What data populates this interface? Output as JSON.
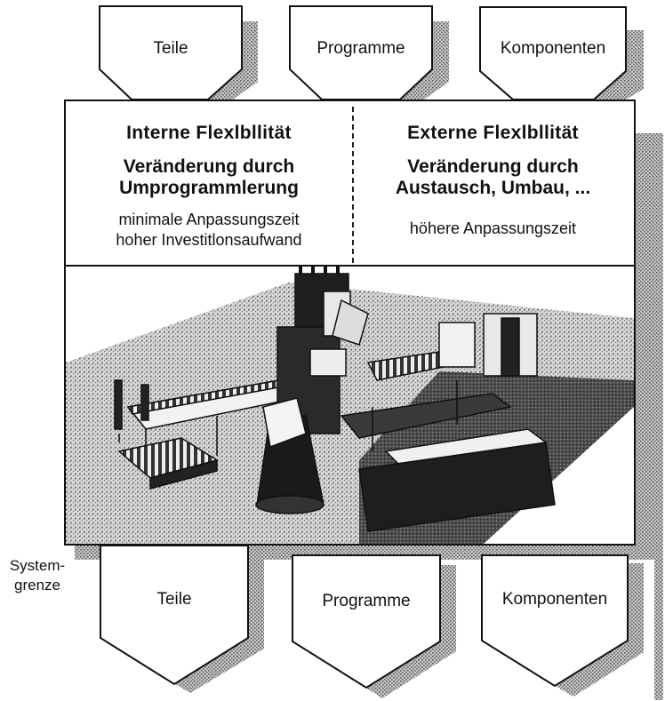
{
  "top_boxes": [
    {
      "label": "Teile"
    },
    {
      "label": "Programme"
    },
    {
      "label": "Komponenten"
    }
  ],
  "bottom_boxes": [
    {
      "label": "Teile"
    },
    {
      "label": "Programme"
    },
    {
      "label": "Komponenten"
    }
  ],
  "internal": {
    "title": "Interne Flexlbllität",
    "change_line1": "Veränderung durch",
    "change_line2": "Umprogrammlerung",
    "note_line1": "minimale Anpassungszeit",
    "note_line2": "hoher Investitlonsaufwand"
  },
  "external": {
    "title": "Externe Flexlbllität",
    "change_line1": "Veränderung durch",
    "change_line2": "Austausch, Umbau, ...",
    "note_line1": "höhere Anpassungszeit"
  },
  "system_boundary": {
    "line1": "System-",
    "line2": "grenze"
  },
  "illustration": {
    "subject": "robot-assembly-cell"
  },
  "colors": {
    "line": "#111111",
    "shadow_fill": "#9a9a9a",
    "background": "#ffffff"
  }
}
